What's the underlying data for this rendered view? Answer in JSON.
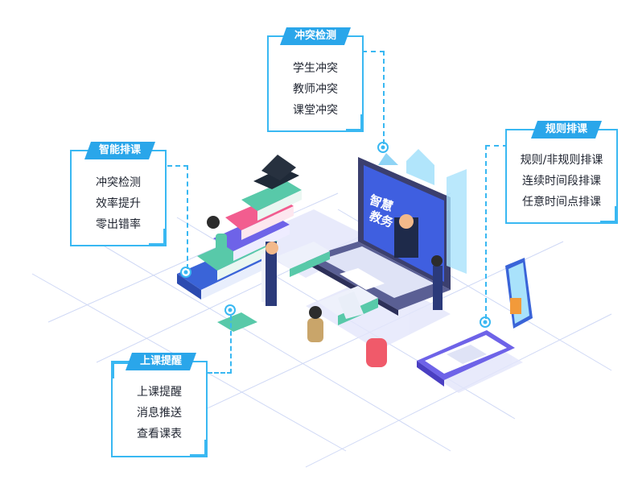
{
  "cards": {
    "conflict": {
      "title": "冲突检测",
      "items": [
        "学生冲突",
        "教师冲突",
        "课堂冲突"
      ]
    },
    "smart": {
      "title": "智能排课",
      "items": [
        "冲突检测",
        "效率提升",
        "零出错率"
      ]
    },
    "rules": {
      "title": "规则排课",
      "items": [
        "规则/非规则排课",
        "连续时间段排课",
        "任意时间点排课"
      ]
    },
    "reminder": {
      "title": "上课提醒",
      "items": [
        "上课提醒",
        "消息推送",
        "查看课表"
      ]
    }
  },
  "laptop_screen": {
    "line1": "智慧",
    "line2": "教务"
  },
  "colors": {
    "accent": "#39b8f2",
    "tag": "#2aa6ea",
    "screen": "#3f5fe0"
  }
}
